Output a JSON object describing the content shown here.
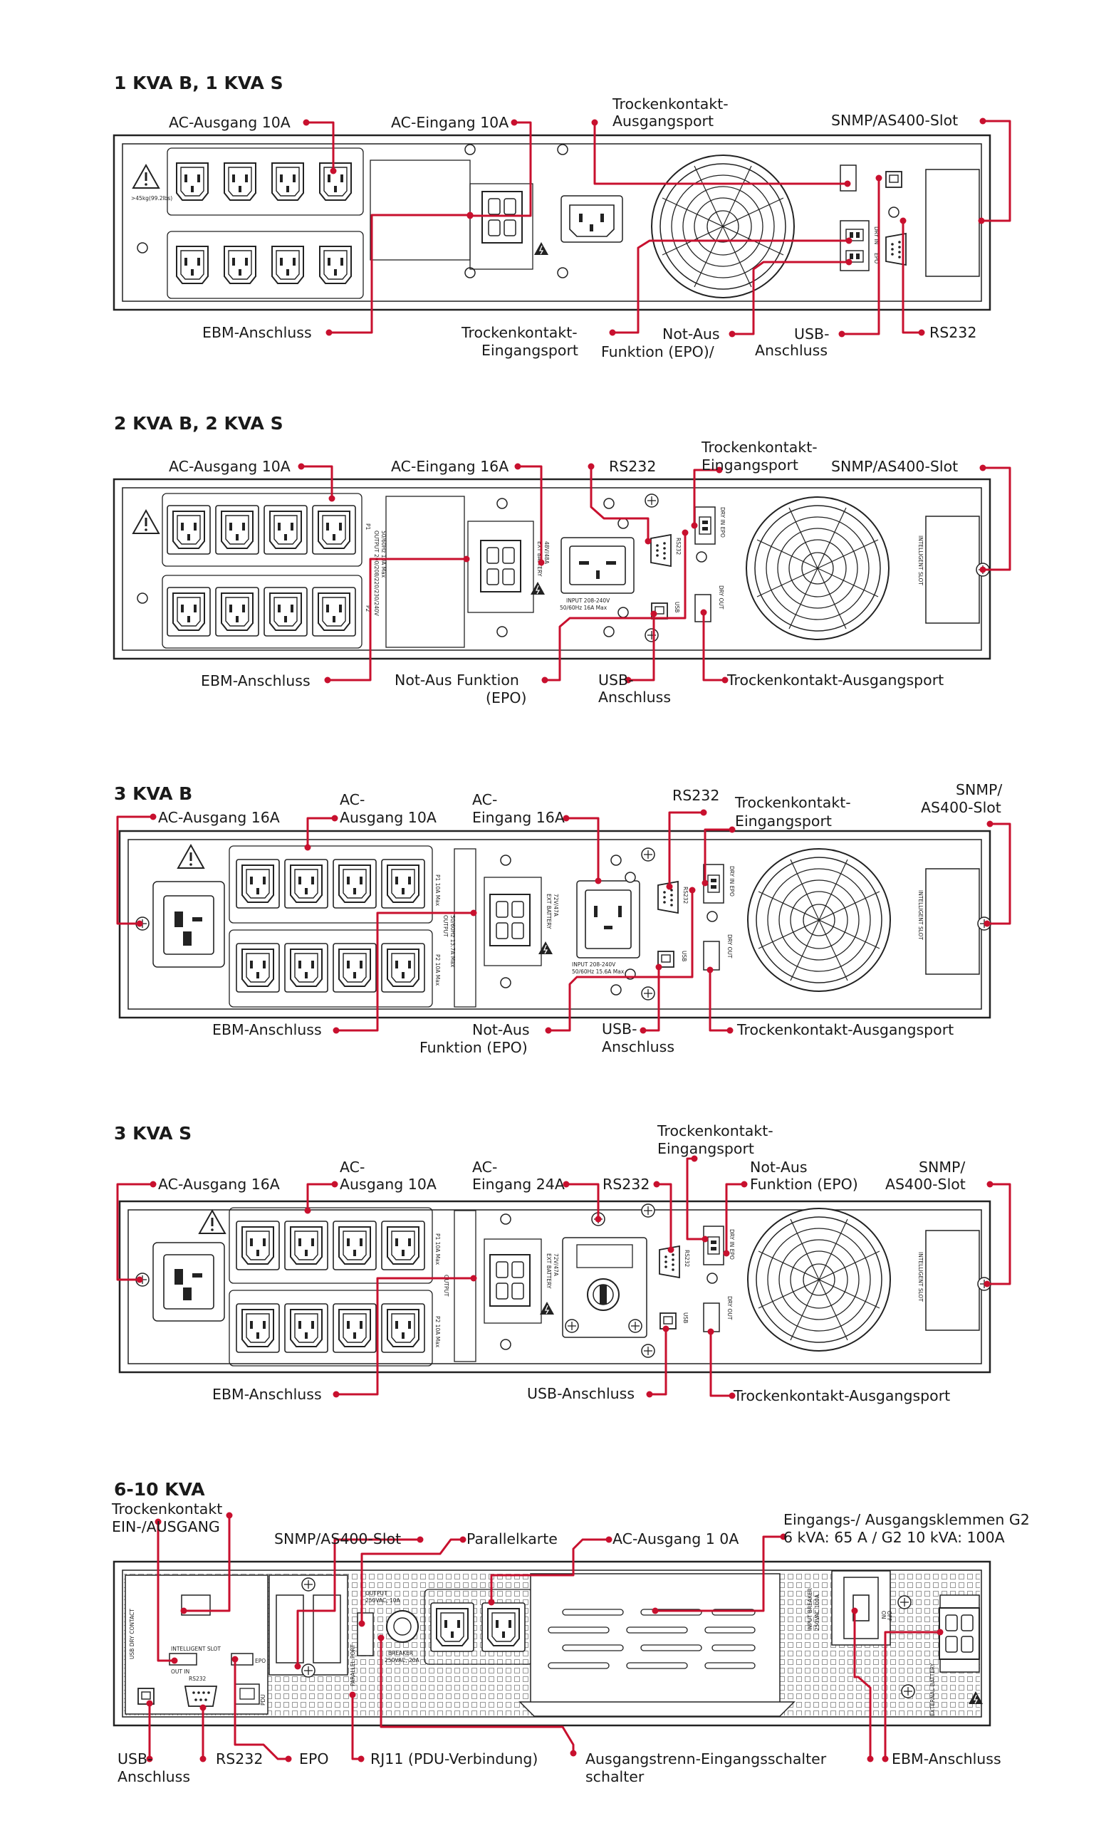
{
  "accent_color": "#c8102e",
  "sections": {
    "s1": {
      "title": "1 KVA B, 1 KVA S",
      "labels": {
        "ac_out": "AC-Ausgang 10A",
        "ac_in": "AC-Eingang 10A",
        "dry_out_1": "Trockenkontakt-",
        "dry_out_2": "Ausgangsport",
        "snmp": "SNMP/AS400-Slot",
        "ebm": "EBM-Anschluss",
        "dry_in_1": "Trockenkontakt-",
        "dry_in_2": "Eingangsport",
        "epo_1": "Not-Aus",
        "epo_2": "Funktion (EPO)/",
        "usb_1": "USB-",
        "usb_2": "Anschluss",
        "rs232": "RS232"
      },
      "panel_text": {
        "dry_in": "DRY IN",
        "epo": "EPO",
        "weight": ">45kg(99.2lbs)"
      }
    },
    "s2": {
      "title": "2 KVA B, 2 KVA S",
      "labels": {
        "ac_out": "AC-Ausgang 10A",
        "ac_in": "AC-Eingang 16A",
        "rs232": "RS232",
        "dry_in_1": "Trockenkontakt-",
        "dry_in_2": "Eingangsport",
        "snmp": "SNMP/AS400-Slot",
        "ebm": "EBM-Anschluss",
        "epo_1": "Not-Aus Funktion",
        "epo_2": "(EPO)",
        "usb_1": "USB-",
        "usb_2": "Anschluss",
        "dry_out": "Trockenkontakt-Ausgangsport"
      },
      "panel_text": {
        "p1": "P1",
        "p2": "P2",
        "output": "OUTPUT 200/208/220/230/240V",
        "output_freq": "50/60Hz 10A Max",
        "ext_battery": "EXT BATTERY",
        "battery_spec": "48V/48A",
        "input": "INPUT 208-240V",
        "input_spec": "50/60Hz 16A Max",
        "rs232": "RS232",
        "usb": "USB",
        "dry_in_epo": "DRY IN  EPO",
        "dry_out": "DRY OUT",
        "slot": "INTELLIGENT SLOT"
      }
    },
    "s3": {
      "title": "3 KVA B",
      "labels": {
        "ac_out16": "AC-Ausgang 16A",
        "ac_out10_1": "AC-",
        "ac_out10_2": "Ausgang 10A",
        "ac_in_1": "AC-",
        "ac_in_2": "Eingang 16A",
        "rs232": "RS232",
        "dry_in_1": "Trockenkontakt-",
        "dry_in_2": "Eingangsport",
        "snmp_1": "SNMP/",
        "snmp_2": "AS400-Slot",
        "ebm": "EBM-Anschluss",
        "epo_1": "Not-Aus",
        "epo_2": "Funktion (EPO)",
        "usb_1": "USB-",
        "usb_2": "Anschluss",
        "dry_out": "Trockenkontakt-Ausgangsport"
      },
      "panel_text": {
        "p1": "P1 10A Max",
        "p2": "P2 10A Max",
        "output": "OUTPUT",
        "output_spec": "50/60Hz 13.7A Max",
        "ext_battery": "EXT BATTERY",
        "battery_spec": "72V/47A",
        "input": "INPUT 208-240V",
        "input_spec": "50/60Hz 15.6A Max",
        "rs232": "RS232",
        "usb": "USB",
        "dry_in_epo": "DRY IN  EPO",
        "dry_out": "DRY OUT",
        "slot": "INTELLIGENT SLOT"
      }
    },
    "s4": {
      "title": "3 KVA S",
      "labels": {
        "dry_in_1": "Trockenkontakt-",
        "dry_in_2": "Eingangsport",
        "ac_out16": "AC-Ausgang 16A",
        "ac_out10_1": "AC-",
        "ac_out10_2": "Ausgang 10A",
        "ac_in_1": "AC-",
        "ac_in_2": "Eingang 24A",
        "rs232": "RS232",
        "epo_1": "Not-Aus",
        "epo_2": "Funktion (EPO)",
        "snmp_1": "SNMP/",
        "snmp_2": "AS400-Slot",
        "ebm": "EBM-Anschluss",
        "usb": "USB-Anschluss",
        "dry_out": "Trockenkontakt-Ausgangsport"
      },
      "panel_text": {
        "p1": "P1 10A Max",
        "p2": "P2 10A Max",
        "output": "OUTPUT",
        "ext_battery": "EXT BATTERY",
        "battery_spec": "72V/47A",
        "rs232": "RS232",
        "usb": "USB",
        "dry_in_epo": "DRY IN  EPO",
        "dry_out": "DRY OUT",
        "slot": "INTELLIGENT SLOT"
      }
    },
    "s5": {
      "title": "6-10 KVA",
      "labels": {
        "dry_1": "Trockenkontakt",
        "dry_2": "EIN-/AUSGANG",
        "snmp": "SNMP/AS400-Slot",
        "parallel": "Parallelkarte",
        "ac_out": "AC-Ausgang 1 0A",
        "term_1": "Eingangs-/ Ausgangsklemmen G2",
        "term_2": "6 kVA: 65 A / G2 10 kVA: 100A",
        "usb_1": "USB-",
        "usb_2": "Anschluss",
        "rs232": "RS232",
        "epo": "EPO",
        "rj11": "RJ11 (PDU-Verbindung)",
        "breaker_1": "Ausgangstrenn-Eingangsschalter",
        "breaker_2": "schalter",
        "ebm": "EBM-Anschluss"
      },
      "panel_text": {
        "usb_dry": "USB  DRY CONTACT",
        "slot": "INTELLIGENT SLOT",
        "out_in": "OUT  IN",
        "rs232": "RS232",
        "epo": "EPO",
        "pdu": "PDU",
        "parallel_port": "PARALLEL PORT",
        "output": "OUTPUT",
        "output_spec": "250VAC, 10A",
        "breaker": "BREAKER",
        "breaker_spec": "250VAC, 20A",
        "input_breaker": "INPUT BREAKER",
        "input_breaker_spec": "250VAC 100A",
        "on": "ON",
        "off": "OFF",
        "ext_battery": "EXTERNAL BATTERY"
      }
    }
  }
}
